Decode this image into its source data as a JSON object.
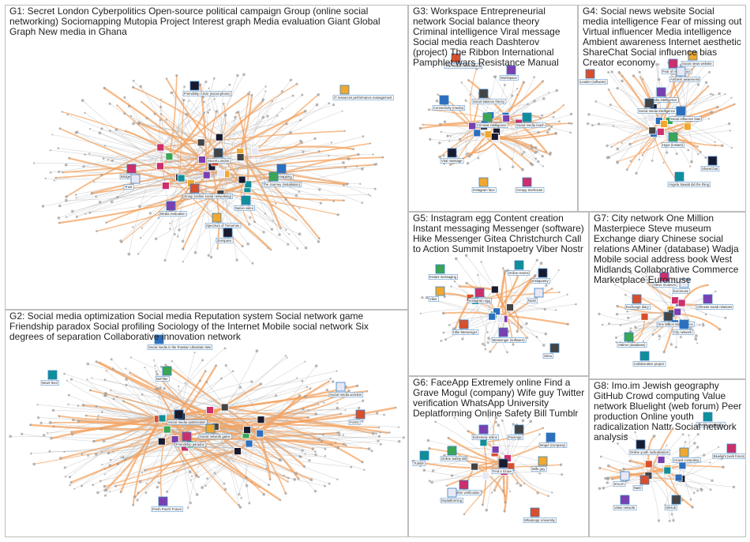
{
  "colors": {
    "edge_gray": "#b4b4b4",
    "edge_orange": "#f4a15d",
    "node_gray": "#9a9a9a",
    "panel_border": "#bdbdbd",
    "label_box": "#3a7fbf",
    "title_text": "#222222"
  },
  "groups": [
    {
      "id": "G1",
      "title": "G1: Secret London Cyberpolitics Open-source political campaign Group (online social networking) Sociomapping Mutopia Project Interest graph Media evaluation Giant Global Graph New media in Ghana",
      "labels": [
        "Friendship Circle (social phone)",
        "IT resources performance management",
        "Bridge",
        "Trust",
        "Group (online social networking)",
        "Media evaluation",
        "Secret London",
        "Sociomapping",
        "The Journey (installation)",
        "Nativo video",
        "Zenspace",
        "Spectrum of Tomorrow"
      ]
    },
    {
      "id": "G2",
      "title": "G2: Social media optimization Social media Reputation system Social network game Friendship paradox Social profiling Sociology of the Internet Mobile social network Six degrees of separation Collaborative innovation network",
      "labels": [
        "Social media in the Russian Ukrainian War",
        "NoFilter",
        "News feed",
        "Social media optimization",
        "Social network game",
        "Friendship paradox",
        "Social media activism",
        "ForSC",
        "Fresh Punch Forum"
      ]
    },
    {
      "id": "G3",
      "title": "G3: Workspace Entrepreneurial network Social balance theory Criminal intelligence Viral message Social media reach Dashterov (project) The Ribbon International Pamphlet wars Resistance Manual",
      "labels": [
        "The Ribbon International",
        "Workspace",
        "Social balance theory",
        "Connectivity (media)",
        "Criminal intelligence",
        "Social media reach",
        "Viral message",
        "Instagram face",
        "Creepy treehouse"
      ]
    },
    {
      "id": "G4",
      "title": "G4: Social news website Social media intelligence Fear of missing out Virtual influencer Media intelligence Ambient awareness Internet aesthetic ShareChat Social influence bias Creator economy",
      "labels": [
        "Social news website",
        "Fear of missing out",
        "Ambient awareness",
        "Leader (software)",
        "Media intelligence",
        "Social media intelligence",
        "Social influence bias",
        "Hype (instant)",
        "Angela Sawatt did the thing",
        "ShareChat"
      ]
    },
    {
      "id": "G5",
      "title": "G5: Instagram egg Content creation Instant messaging Messenger (software) Hike Messenger Gitea Christchurch Call to Action Summit Instapoetry Viber Nostr",
      "labels": [
        "Instant messaging",
        "Online Harms",
        "Instapoetry",
        "Viber",
        "Instagram egg",
        "Nostr",
        "Hike Messenger",
        "Messenger (software)",
        "Gitea"
      ]
    },
    {
      "id": "G6",
      "title": "G6: FaceApp Extremely online Find a Grave Mogul (company) Wife guy Twitter verification WhatsApp University Deplatforming Online Safety Bill Tumblr",
      "labels": [
        "Extremely online",
        "FaceApp",
        "Mogul (company)",
        "Online Safety Bill",
        "Tumblr",
        "Find a Grave",
        "Wife guy",
        "Twitter verification",
        "Deplatforming",
        "WhatsApp University"
      ]
    },
    {
      "id": "G7",
      "title": "G7: City network One Million Masterpiece Steve museum Exchange diary Chinese social relations AMiner (database) Wadja Mobile social address book West Midlands Collaborative Commerce Marketplace Euromuse",
      "labels": [
        "Steve museum",
        "Euromuse",
        "Exchange diary",
        "Chinese social relations",
        "One Million Masterpiece",
        "City network",
        "AMiner (database)",
        "Collaborative project"
      ]
    },
    {
      "id": "G8",
      "title": "G8: Imo.im Jewish geography GitHub Crowd computing Value network Bluelight (web forum) Peer production Online youth radicalization Nattr Social network analysis",
      "labels": [
        "Jewish geography",
        "Online youth radicalization",
        "Crowd computing",
        "Bluelight (web forum)",
        "Imo.im",
        "Nattr",
        "Value network",
        "GitHub"
      ]
    }
  ]
}
